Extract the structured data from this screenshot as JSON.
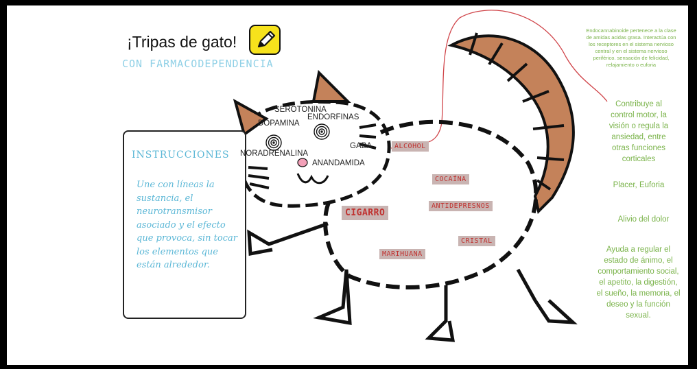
{
  "title": "¡Tripas de gato!",
  "subtitle": "CON FARMACODEPENDENCIA",
  "instructions": {
    "heading": "INSTRUCCIONES",
    "body": "Une con líneas la sustancia, el neurotransmisor asociado y el efecto que provoca, sin tocar los elementos que están alrededor."
  },
  "neurotransmitters": [
    "SEROTONINA",
    "ENDORFINAS",
    "DOPAMINA",
    "GABA",
    "NORADRENALINA",
    "ANANDAMIDA"
  ],
  "substances": [
    "ALCOHOL",
    "COCAÍNA",
    "CIGARRO",
    "ANTIDEPRESNOS",
    "CRISTAL",
    "MARIHUANA"
  ],
  "effects": [
    "Endocannabinoide pertenece a la clase de amidas acidas grasa. Interactúa con los receptores en el sistema nervioso central y en el sistema nervioso periférico. sensación de felicidad, relajamiento o euforia",
    "Contribuye al control motor, la visión o regula la ansiedad, entre otras funciones corticales",
    "Placer, Euforia",
    "Alivio del dolor",
    "Ayuda a regular el estado de ánimo, el comportamiento social, el apetito, la digestión, el sueño, la memoria, el deseo y la función sexual."
  ],
  "colors": {
    "background": "#ffffff",
    "frame": "#000000",
    "instruction_text": "#5bb7d6",
    "subtitle": "#8fd0e6",
    "effect_text": "#7ab34a",
    "substance_label_bg": "#c9b4b2",
    "substance_label_text": "#c0312f",
    "tail": "#c4825a",
    "ear_inner": "#c4825a",
    "nose": "#f3a0b8",
    "pencil_button": "#f6e21c",
    "connection_line": "#d0454a"
  },
  "icons": [
    "pencil-icon",
    "spiral-eye-icon"
  ]
}
